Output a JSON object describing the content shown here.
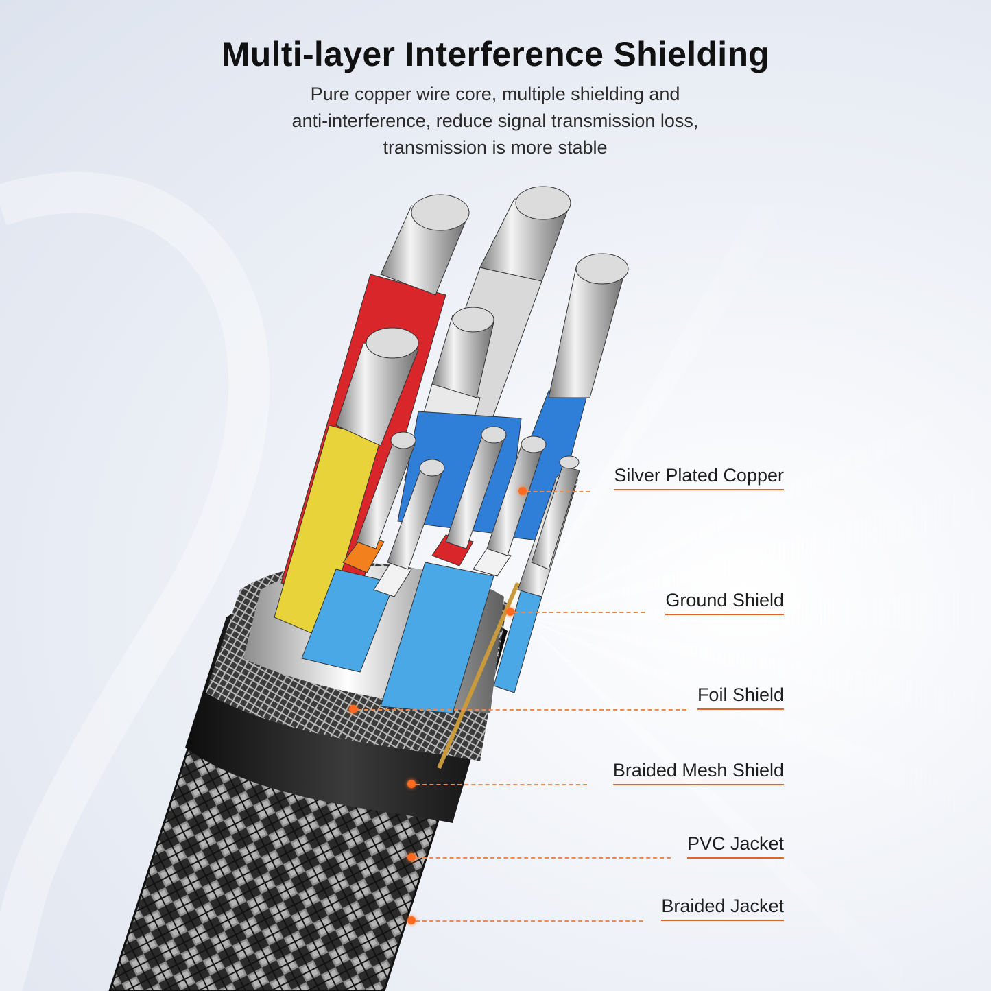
{
  "header": {
    "title": "Multi-layer Interference Shielding",
    "subtitle_lines": [
      "Pure copper wire core, multiple shielding and",
      "anti-interference, reduce signal transmission loss,",
      "transmission is more stable"
    ]
  },
  "layers": [
    {
      "label": "Silver Plated Copper"
    },
    {
      "label": "Ground Shield"
    },
    {
      "label": "Foil Shield"
    },
    {
      "label": "Braided Mesh Shield"
    },
    {
      "label": "PVC Jacket"
    },
    {
      "label": "Braided Jacket"
    }
  ],
  "colors": {
    "accent": "#ff6a1f",
    "leader": "#f08a4b",
    "wire_red": "#d8262a",
    "wire_yellow": "#e8d43a",
    "wire_blue": "#2f7fd8",
    "wire_light_blue": "#4aa8e6",
    "wire_white": "#e6e6e6",
    "wire_orange": "#f2811d",
    "wire_green": "#2fae4c",
    "jacket_black": "#1a1a1a"
  },
  "icons": [
    "cable-cross-section-illustration",
    "callout-dot-icon"
  ]
}
